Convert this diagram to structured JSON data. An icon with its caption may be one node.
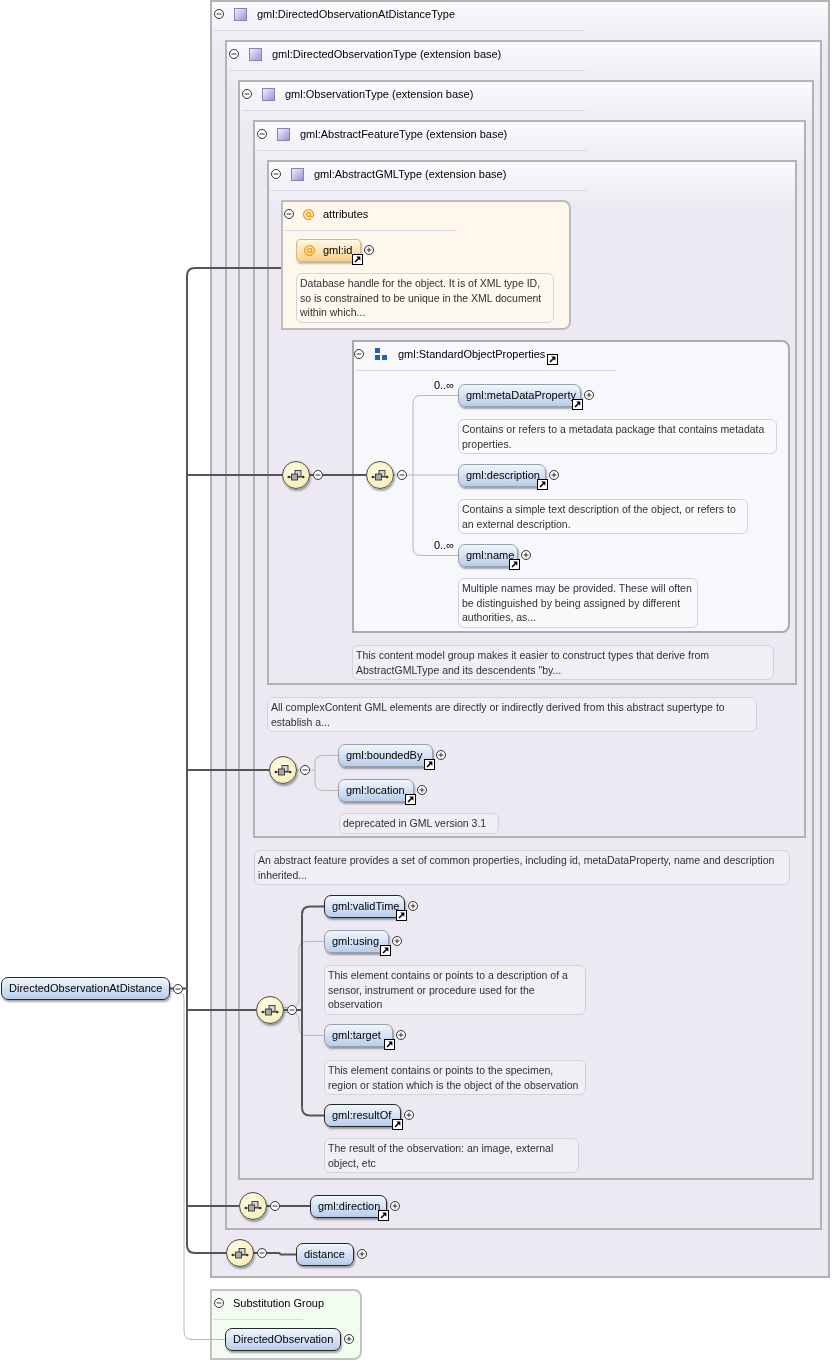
{
  "diagram": {
    "nodes": [
      {
        "text": [
          "DirectedObservationAtDistance"
        ]
      },
      {
        "text": [
          "gml:DirectedObservationAtDistanceType"
        ]
      },
      {
        "text": [
          "gml:DirectedObservationType (extension base)"
        ],
        "in": 1
      },
      {
        "text": [
          "gml:ObservationType (extension base)"
        ],
        "in": 2
      },
      {
        "text": [
          "gml:AbstractFeatureType (extension base)"
        ],
        "in": 3,
        "beside": [
          "An abstract feature provides a set of common properties, including id, metaDataProperty, name and description inherited..."
        ]
      },
      {
        "text": [
          "gml:AbstractGMLType (extension base)"
        ],
        "in": 4,
        "beside": [
          "All complexContent GML elements are directly or indirectly derived from this abstract supertype to establish a..."
        ]
      },
      {
        "text": [
          "attributes"
        ],
        "in": 5
      },
      {
        "text": [
          "gml:id"
        ],
        "in": 6,
        "beside": [
          "Database handle for the object. It is of XML type ID, so is constrained to be unique in the XML document within which..."
        ]
      },
      {
        "text": [],
        "shape": "circle",
        "in": 5
      },
      {
        "text": [
          "gml:StandardObjectProperties"
        ],
        "in": 5,
        "beside": [
          "This content model group makes it easier to construct types that derive from AbstractGMLType and its descendents \"by..."
        ]
      },
      {
        "text": [],
        "shape": "circle",
        "in": 9
      },
      {
        "text": [
          "gml:metaDataProperty"
        ],
        "in": 9,
        "beside": [
          "0..∞",
          "Contains or refers to a metadata package that contains metadata properties."
        ]
      },
      {
        "text": [
          "gml:description"
        ],
        "in": 9,
        "beside": [
          "Contains a simple text description of the object, or refers to an external description."
        ]
      },
      {
        "text": [
          "gml:name"
        ],
        "in": 9,
        "beside": [
          "0..∞",
          "Multiple names may be provided. These will often be distinguished by being assigned by different authorities, as..."
        ]
      },
      {
        "text": [],
        "shape": "circle",
        "in": 4
      },
      {
        "text": [
          "gml:boundedBy"
        ],
        "in": 4
      },
      {
        "text": [
          "gml:location"
        ],
        "in": 4,
        "beside": [
          "deprecated in GML version 3.1"
        ]
      },
      {
        "text": [],
        "shape": "circle",
        "in": 3
      },
      {
        "text": [
          "gml:validTime"
        ],
        "in": 3
      },
      {
        "text": [
          "gml:using"
        ],
        "in": 3,
        "beside": [
          "This element contains or points to a description of a sensor, instrument or procedure used for the observation"
        ]
      },
      {
        "text": [
          "gml:target"
        ],
        "in": 3,
        "beside": [
          "This element contains or points to the specimen, region or station which is the object of the observation"
        ]
      },
      {
        "text": [
          "gml:resultOf"
        ],
        "in": 3,
        "beside": [
          "The result of the observation: an image, external object, etc"
        ]
      },
      {
        "text": [],
        "shape": "circle",
        "in": 2
      },
      {
        "text": [
          "gml:direction"
        ],
        "in": 2
      },
      {
        "text": [],
        "shape": "circle",
        "in": 1
      },
      {
        "text": [
          "distance"
        ],
        "in": 1
      },
      {
        "text": [
          "Substitution Group"
        ]
      },
      {
        "text": [
          "DirectedObservation"
        ],
        "in": 26
      }
    ],
    "edges": [
      {
        "from": 0,
        "to": 6,
        "arrow": "none"
      },
      {
        "from": 0,
        "to": 8,
        "arrow": "none"
      },
      {
        "from": 0,
        "to": 14,
        "arrow": "none"
      },
      {
        "from": 0,
        "to": 17,
        "arrow": "none"
      },
      {
        "from": 0,
        "to": 22,
        "arrow": "none"
      },
      {
        "from": 0,
        "to": 24,
        "arrow": "none"
      },
      {
        "from": 0,
        "to": 27,
        "arrow": "none",
        "color": "#b8b8b8"
      },
      {
        "from": 8,
        "to": 10,
        "arrow": "none"
      },
      {
        "from": 10,
        "to": 11,
        "arrow": "none",
        "color": "#b8b8b8"
      },
      {
        "from": 10,
        "to": 12,
        "arrow": "none",
        "color": "#b8b8b8"
      },
      {
        "from": 10,
        "to": 13,
        "arrow": "none",
        "color": "#b8b8b8"
      },
      {
        "from": 14,
        "to": 15,
        "arrow": "none",
        "color": "#b8b8b8"
      },
      {
        "from": 14,
        "to": 16,
        "arrow": "none",
        "color": "#b8b8b8"
      },
      {
        "from": 17,
        "to": 18,
        "arrow": "none"
      },
      {
        "from": 17,
        "to": 19,
        "arrow": "none",
        "color": "#b8b8b8"
      },
      {
        "from": 17,
        "to": 20,
        "arrow": "none",
        "color": "#b8b8b8"
      },
      {
        "from": 17,
        "to": 21,
        "arrow": "none"
      },
      {
        "from": 22,
        "to": 23,
        "arrow": "none"
      },
      {
        "from": 24,
        "to": 25,
        "arrow": "none"
      }
    ]
  }
}
